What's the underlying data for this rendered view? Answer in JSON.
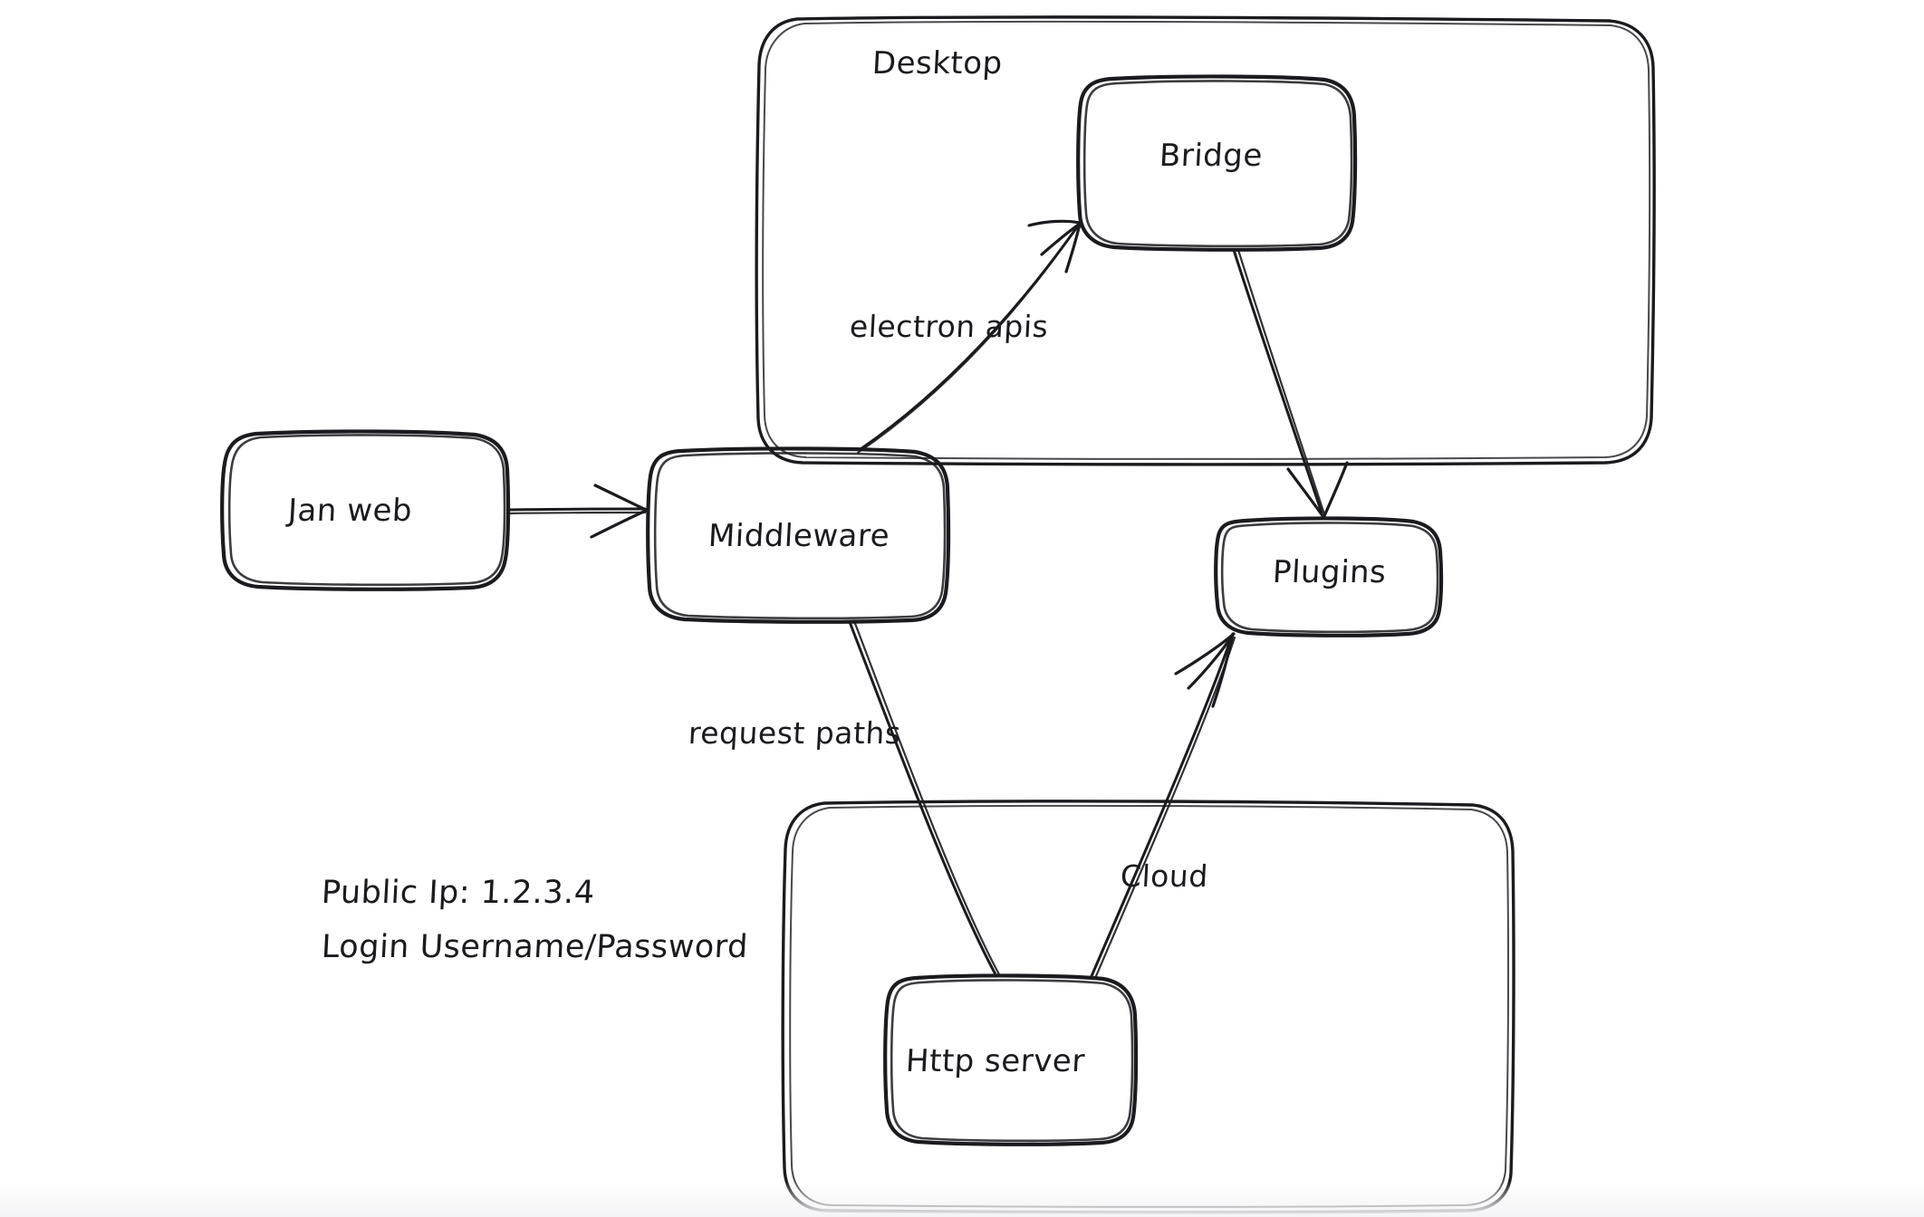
{
  "diagram": {
    "type": "architecture-flow",
    "style": "hand-drawn-whiteboard",
    "background_color": "#ffffff",
    "stroke_color": "#1b1b1f",
    "groups": [
      {
        "id": "desktop",
        "label": "Desktop"
      },
      {
        "id": "cloud",
        "label": ""
      }
    ],
    "nodes": [
      {
        "id": "jan-web",
        "label": "Jan web"
      },
      {
        "id": "middleware",
        "label": "Middleware"
      },
      {
        "id": "bridge",
        "label": "Bridge"
      },
      {
        "id": "plugins",
        "label": "Plugins"
      },
      {
        "id": "http-server",
        "label": "Http server"
      }
    ],
    "edges": [
      {
        "id": "jan-web-to-middleware",
        "from": "jan-web",
        "to": "middleware",
        "label": ""
      },
      {
        "id": "middleware-to-bridge",
        "from": "middleware",
        "to": "bridge",
        "label": "electron apis"
      },
      {
        "id": "bridge-to-plugins",
        "from": "bridge",
        "to": "plugins",
        "label": ""
      },
      {
        "id": "middleware-to-http-server",
        "from": "middleware",
        "to": "http-server",
        "label": "request paths"
      },
      {
        "id": "http-server-to-plugins",
        "from": "http-server",
        "to": "plugins",
        "label": "Cloud"
      }
    ],
    "notes": {
      "public_ip": "Public Ip: 1.2.3.4",
      "login": "Login Username/Password"
    }
  }
}
